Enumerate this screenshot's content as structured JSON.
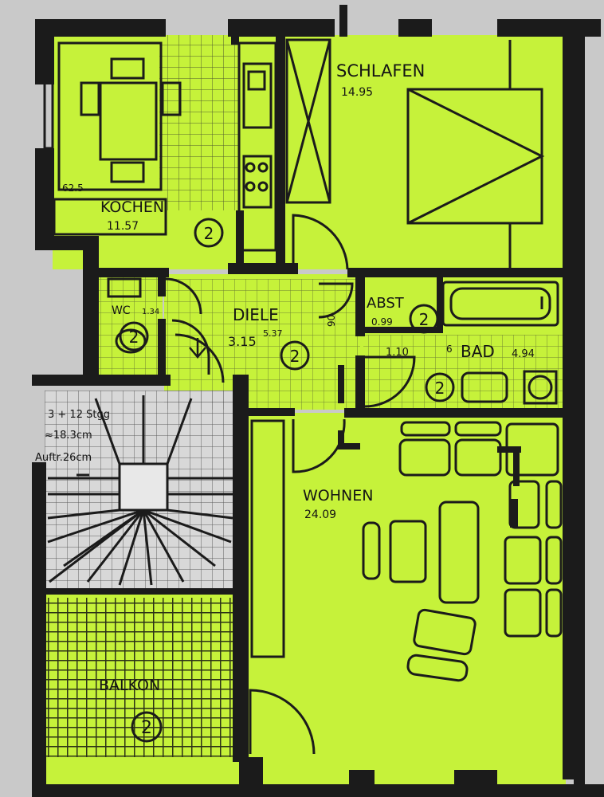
{
  "colors": {
    "room_fill": "#c6f23a",
    "wall": "#1b1b1b",
    "background": "#c9c9c9",
    "stair_fill": "#d8d8d8",
    "ink": "#141414"
  },
  "rooms": {
    "kochen": {
      "name": "KOCHEN",
      "area": "11.57"
    },
    "schlafen": {
      "name": "SCHLAFEN",
      "area": "14.95"
    },
    "wc": {
      "name": "WC",
      "area": "1.34"
    },
    "diele": {
      "name": "DIELE",
      "area": "3.15",
      "sub_area": "5.37"
    },
    "abst": {
      "name": "ABST",
      "area": "0.99"
    },
    "bad": {
      "name": "BAD",
      "area": "4.94",
      "prefix": "1.10"
    },
    "wohnen": {
      "name": "WOHNEN",
      "area": "24.09"
    },
    "balkon": {
      "name": "BALKON"
    }
  },
  "stair_note": [
    "3 + 12 Stgg",
    "≈18.3cm",
    "Auftr.26cm"
  ],
  "markers": {
    "number": "2",
    "side_dim": "62.5",
    "door_dim": "90",
    "tiny_dim": "6"
  },
  "icons": [
    "room-number-badge",
    "door-swing",
    "stair-arrow-icon",
    "bathtub-icon",
    "washbasin-icon",
    "toilet-icon",
    "stove-icon",
    "sink-icon",
    "bed-icon",
    "wardrobe-icon"
  ]
}
